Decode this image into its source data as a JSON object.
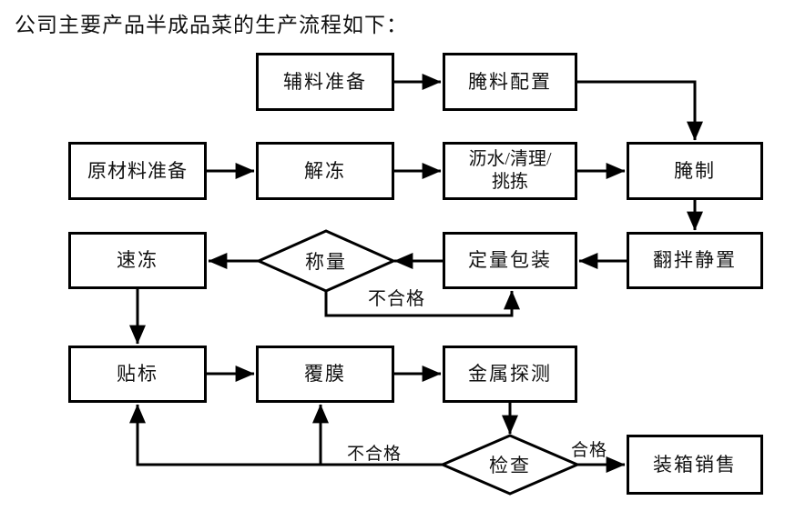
{
  "title": "公司主要产品半成品菜的生产流程如下：",
  "flowchart": {
    "nodes": {
      "aux_prep": {
        "label": "辅料准备",
        "shape": "rect"
      },
      "marinade_prep": {
        "label": "腌料配置",
        "shape": "rect"
      },
      "raw_prep": {
        "label": "原材料准备",
        "shape": "rect"
      },
      "thaw": {
        "label": "解冻",
        "shape": "rect"
      },
      "drain_clean_sort": {
        "label": "沥水/清理/\n挑拣",
        "shape": "rect"
      },
      "marinate": {
        "label": "腌制",
        "shape": "rect"
      },
      "quick_freeze": {
        "label": "速冻",
        "shape": "rect"
      },
      "weigh": {
        "label": "称量",
        "shape": "diamond"
      },
      "quant_pack": {
        "label": "定量包装",
        "shape": "rect"
      },
      "mix_rest": {
        "label": "翻拌静置",
        "shape": "rect"
      },
      "labeling": {
        "label": "贴标",
        "shape": "rect"
      },
      "film_wrap": {
        "label": "覆膜",
        "shape": "rect"
      },
      "metal_detect": {
        "label": "金属探测",
        "shape": "rect"
      },
      "inspect": {
        "label": "检查",
        "shape": "diamond"
      },
      "pack_sell": {
        "label": "装箱销售",
        "shape": "rect"
      }
    },
    "edge_labels": {
      "weigh_fail": "不合格",
      "inspect_fail": "不合格",
      "inspect_pass": "合格"
    },
    "edges": [
      {
        "from": "aux_prep",
        "to": "marinade_prep"
      },
      {
        "from": "marinade_prep",
        "to": "marinate"
      },
      {
        "from": "raw_prep",
        "to": "thaw"
      },
      {
        "from": "thaw",
        "to": "drain_clean_sort"
      },
      {
        "from": "drain_clean_sort",
        "to": "marinate"
      },
      {
        "from": "marinate",
        "to": "mix_rest"
      },
      {
        "from": "mix_rest",
        "to": "quant_pack"
      },
      {
        "from": "quant_pack",
        "to": "weigh"
      },
      {
        "from": "weigh",
        "to": "quick_freeze"
      },
      {
        "from": "weigh",
        "to": "quant_pack",
        "label": "不合格"
      },
      {
        "from": "quick_freeze",
        "to": "labeling"
      },
      {
        "from": "labeling",
        "to": "film_wrap"
      },
      {
        "from": "film_wrap",
        "to": "metal_detect"
      },
      {
        "from": "metal_detect",
        "to": "inspect"
      },
      {
        "from": "inspect",
        "to": "pack_sell",
        "label": "合格"
      },
      {
        "from": "inspect",
        "to": "labeling",
        "label": "不合格"
      },
      {
        "from": "inspect",
        "to": "film_wrap",
        "label": "不合格"
      }
    ],
    "colors": {
      "line": "#000000",
      "text": "#111111",
      "background": "#ffffff"
    }
  }
}
